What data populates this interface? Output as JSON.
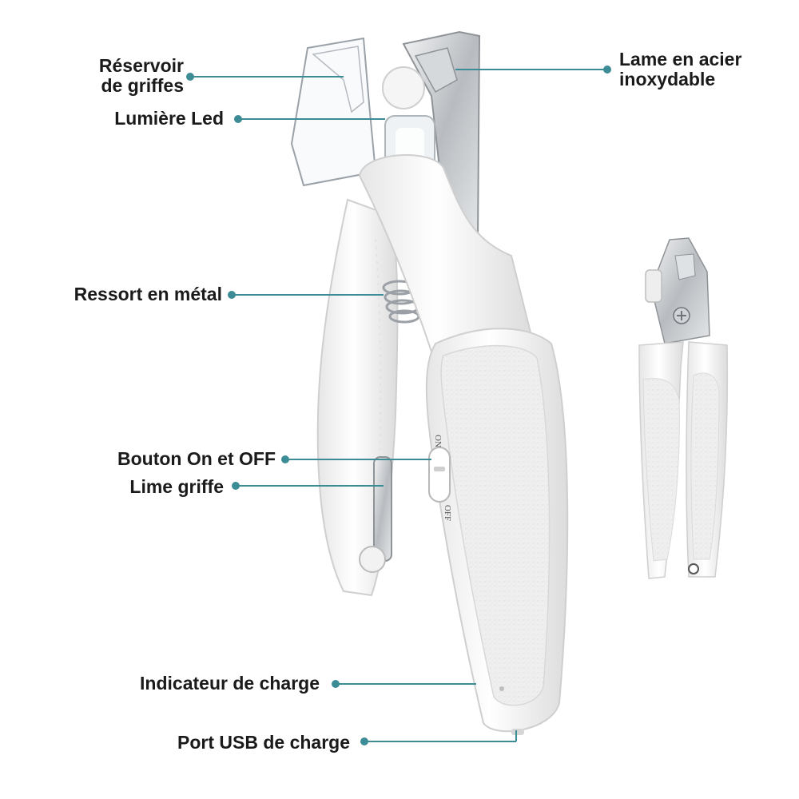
{
  "colors": {
    "leader_line": "#3c8c96",
    "leader_dot": "#3c8c96",
    "label_text": "#1a1a1a",
    "body_white": "#f7f7f7",
    "grip_texture": "#eeeeee",
    "metal": "#c9cdd1"
  },
  "labels": {
    "reservoir_line1": "Réservoir",
    "reservoir_line2": "de griffes",
    "led": "Lumière Led",
    "blade_line1": "Lame en acier",
    "blade_line2": "inoxydable",
    "spring": "Ressort en métal",
    "button": "Bouton On et OFF",
    "file": "Lime griffe",
    "charge_indicator": "Indicateur de charge",
    "usb_port": "Port USB de charge"
  },
  "switch": {
    "on": "ON",
    "off": "OFF"
  }
}
